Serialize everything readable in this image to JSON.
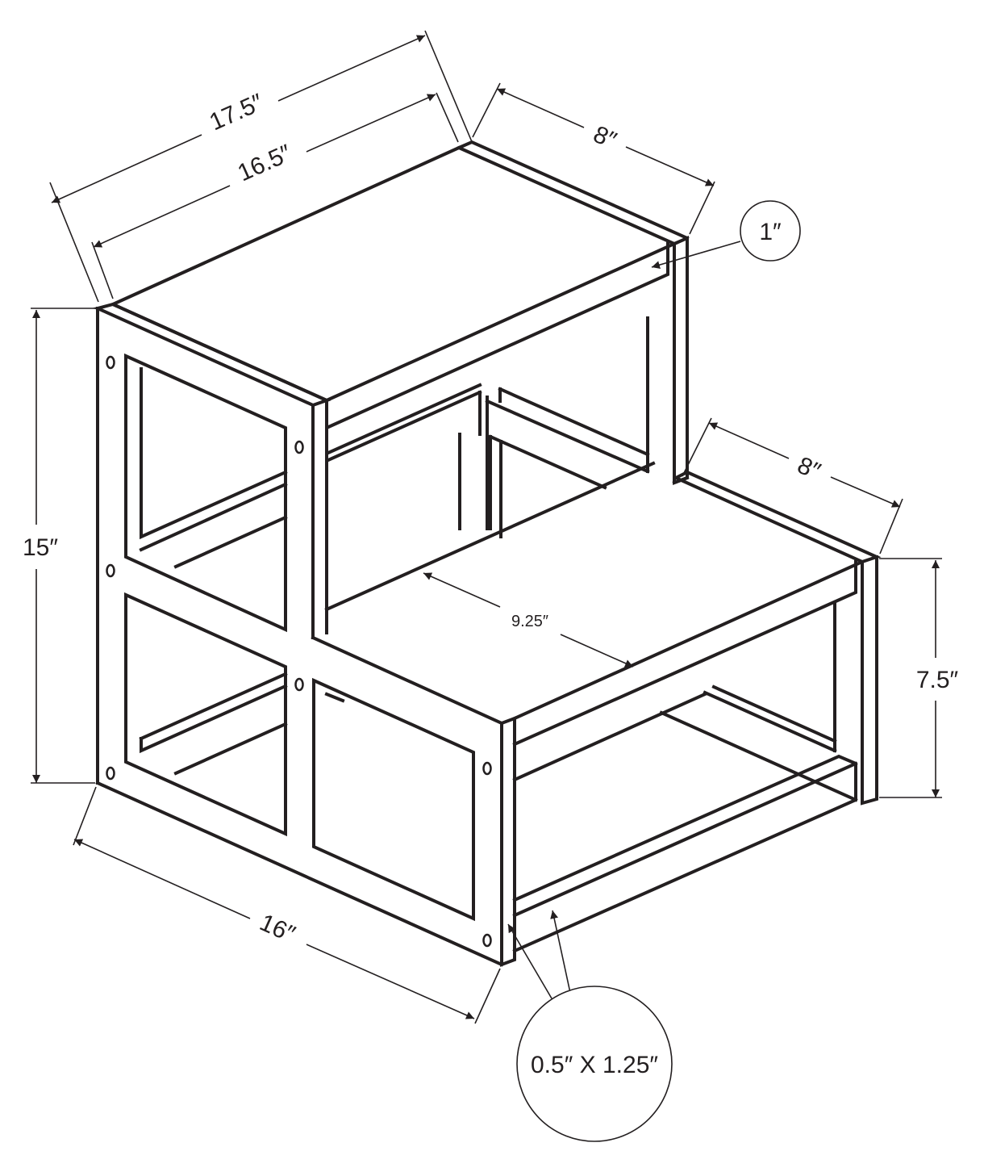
{
  "diagram": {
    "dimensions": {
      "top_width_outer": "17.5″",
      "top_width_inner": "16.5″",
      "top_depth": "8″",
      "top_thickness": "1″",
      "overall_height": "15″",
      "step_depth": "8″",
      "step_height": "7.5″",
      "step_inner_depth": "9.25″",
      "base_depth": "16″",
      "frame_section": "0.5″ X 1.25″"
    },
    "stroke_color": "#231f20"
  }
}
